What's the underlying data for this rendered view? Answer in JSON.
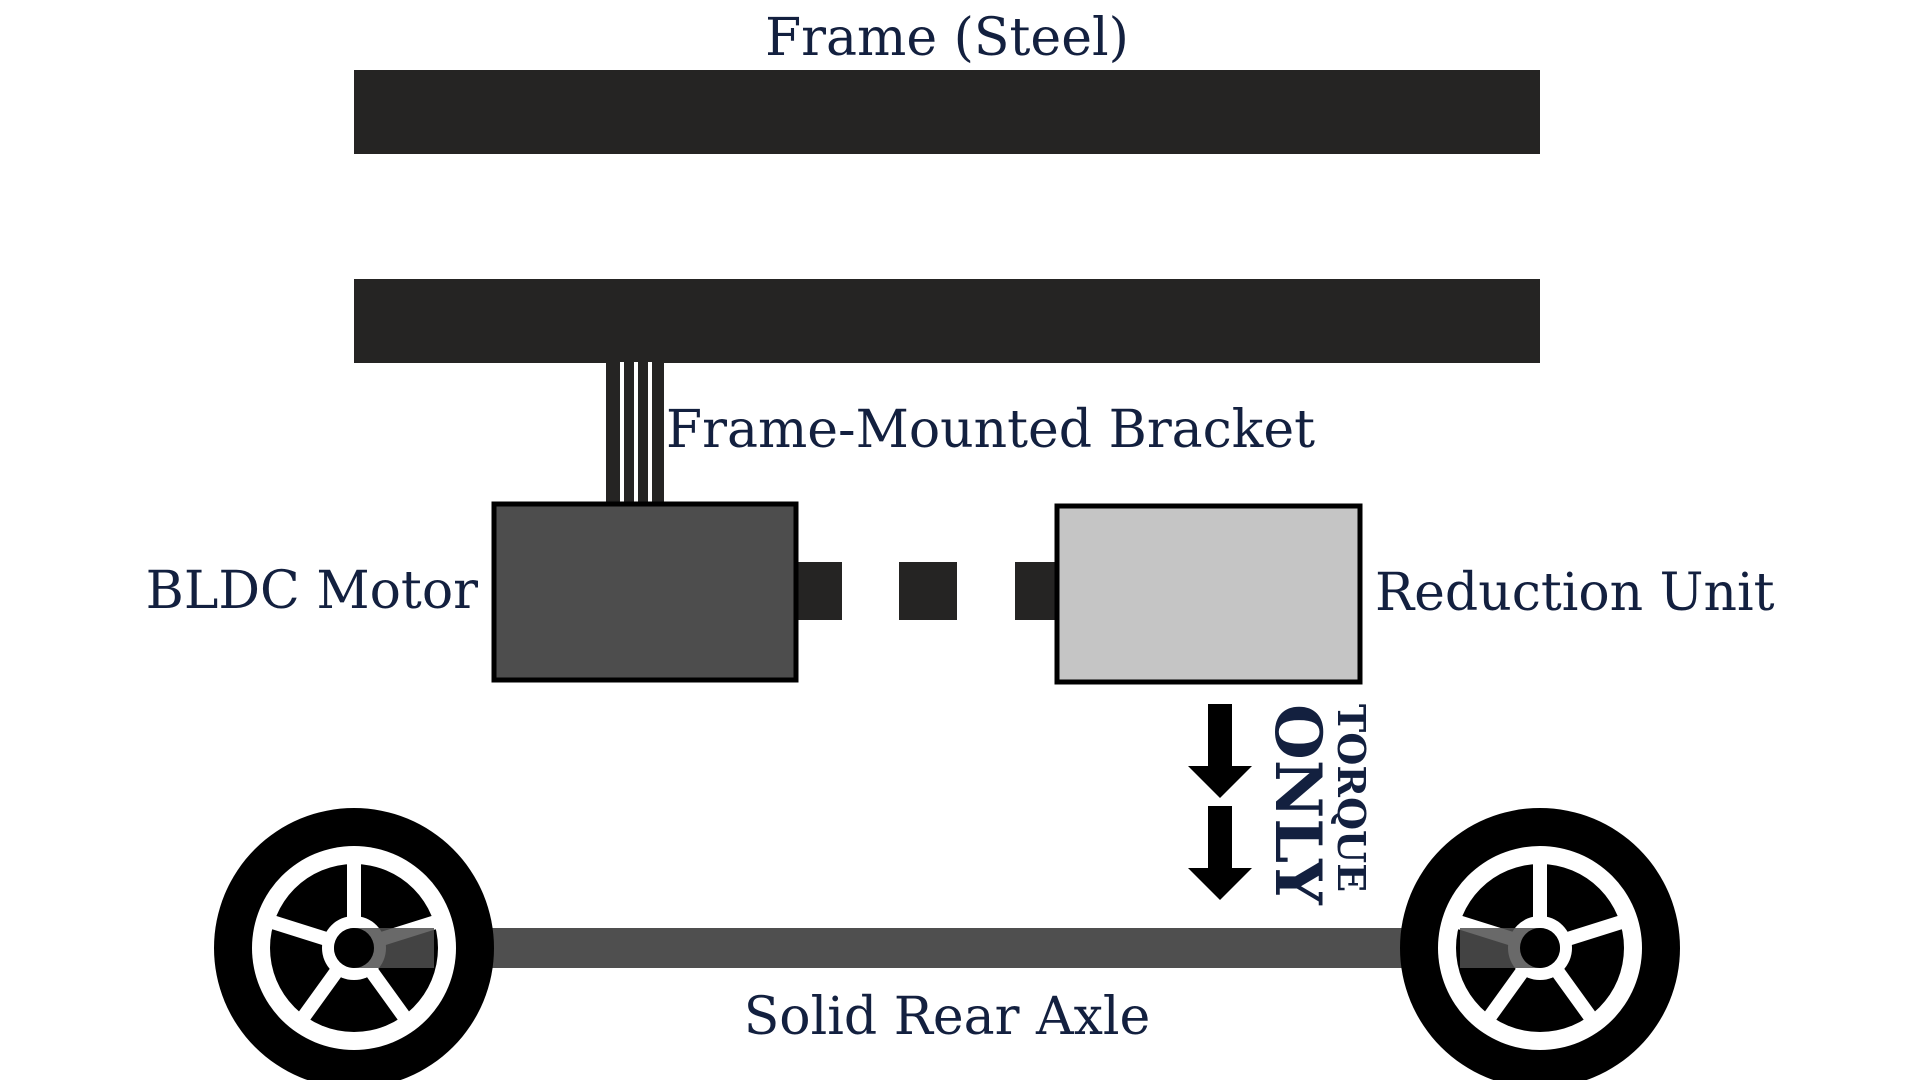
{
  "labels": {
    "frame": "Frame (Steel)",
    "bracket": "Frame-Mounted Bracket",
    "motor": "BLDC Motor",
    "reduction": "Reduction Unit",
    "torque": "TORQUE",
    "only": "ONLY",
    "axle": "Solid Rear Axle"
  },
  "colors": {
    "rail": "#252423",
    "motor": "#4d4d4d",
    "reduction": "#c5c5c5",
    "axle": "#4f4f4f",
    "label": "#13203f",
    "wheel": "#000000"
  }
}
